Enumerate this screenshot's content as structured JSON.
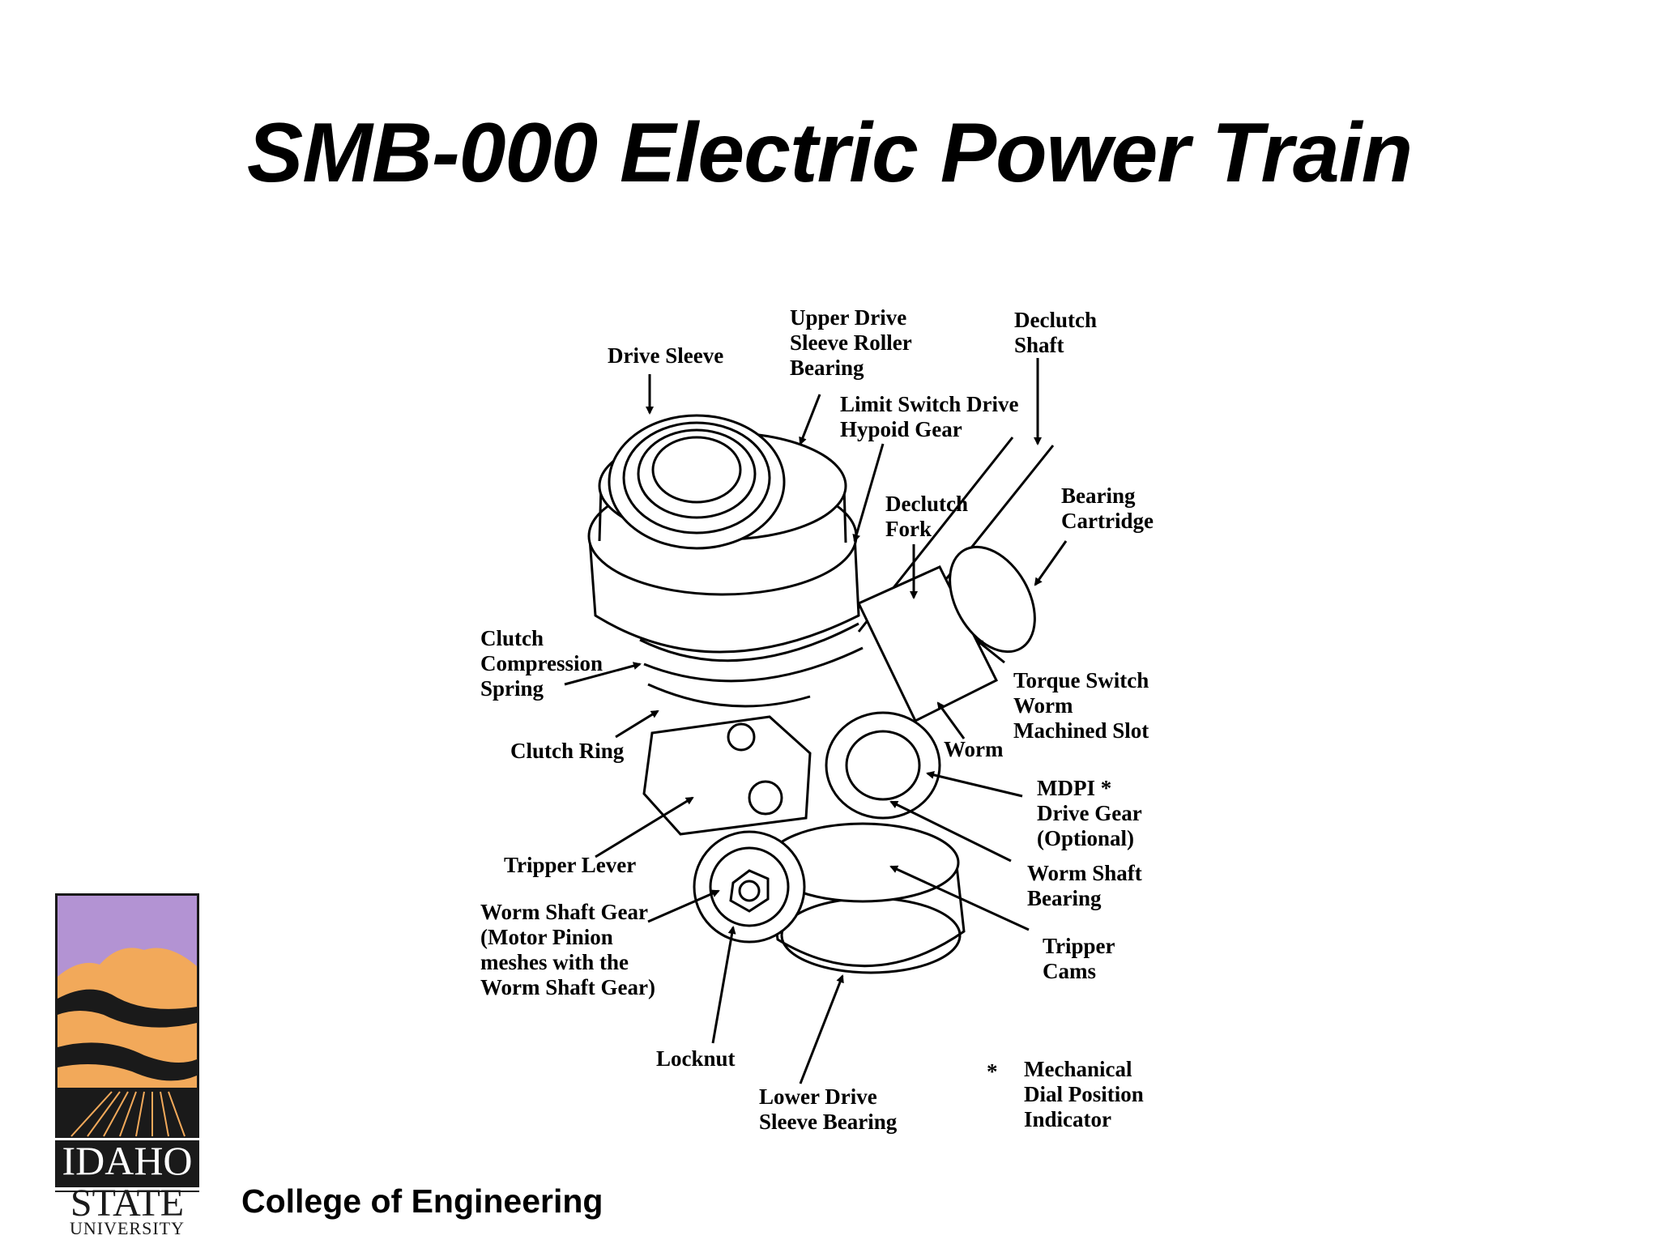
{
  "title": "SMB-000 Electric Power Train",
  "footer": "College of Engineering",
  "logo": {
    "line1": "IDAHO",
    "line2": "STATE",
    "line3": "UNIVERSITY",
    "colors": {
      "sky": "#b393d3",
      "hills": "#f2a95a",
      "dark": "#1a1a1a"
    }
  },
  "labels": {
    "drive_sleeve": "Drive Sleeve",
    "upper_drive": "Upper Drive\nSleeve Roller\nBearing",
    "declutch_shaft": "Declutch\nShaft",
    "limit_switch": "Limit Switch Drive\nHypoid Gear",
    "declutch_fork": "Declutch\nFork",
    "bearing_cartridge": "Bearing\nCartridge",
    "clutch_spring": "Clutch\nCompression\nSpring",
    "torque_switch": "Torque Switch\nWorm\nMachined Slot",
    "clutch_ring": "Clutch Ring",
    "worm": "Worm",
    "mdpi": "MDPI *\nDrive Gear\n(Optional)",
    "tripper_lever": "Tripper Lever",
    "worm_shaft_bearing": "Worm Shaft\nBearing",
    "worm_shaft_gear": "Worm Shaft Gear\n(Motor Pinion\nmeshes with the\nWorm Shaft Gear)",
    "tripper_cams": "Tripper\nCams",
    "locknut": "Locknut",
    "asterisk": "*",
    "mdpi_note": "Mechanical\nDial Position\nIndicator",
    "lower_drive": "Lower Drive\nSleeve Bearing"
  }
}
